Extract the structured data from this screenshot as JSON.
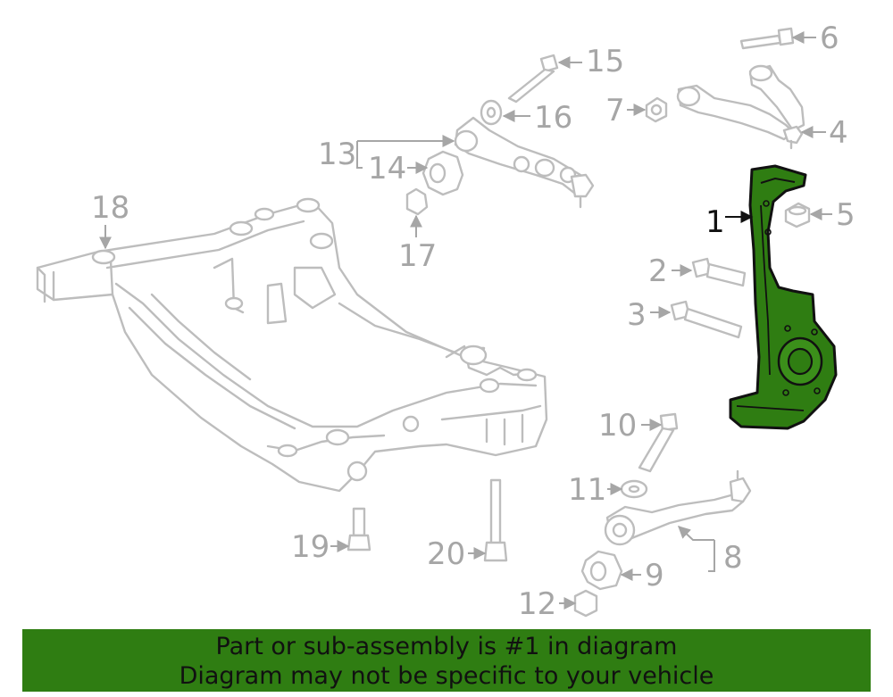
{
  "callouts": [
    {
      "id": "1",
      "label": "1"
    },
    {
      "id": "2",
      "label": "2"
    },
    {
      "id": "3",
      "label": "3"
    },
    {
      "id": "4",
      "label": "4"
    },
    {
      "id": "5",
      "label": "5"
    },
    {
      "id": "6",
      "label": "6"
    },
    {
      "id": "7",
      "label": "7"
    },
    {
      "id": "8",
      "label": "8"
    },
    {
      "id": "9",
      "label": "9"
    },
    {
      "id": "10",
      "label": "10"
    },
    {
      "id": "11",
      "label": "11"
    },
    {
      "id": "12",
      "label": "12"
    },
    {
      "id": "13",
      "label": "13"
    },
    {
      "id": "14",
      "label": "14"
    },
    {
      "id": "15",
      "label": "15"
    },
    {
      "id": "16",
      "label": "16"
    },
    {
      "id": "17",
      "label": "17"
    },
    {
      "id": "18",
      "label": "18"
    },
    {
      "id": "19",
      "label": "19"
    },
    {
      "id": "20",
      "label": "20"
    }
  ],
  "highlight": {
    "part": "1",
    "color": "#2f7d12"
  },
  "banner": {
    "line1": "Part or sub-assembly is #1 in diagram",
    "line2": "Diagram may not be specific to your vehicle",
    "background": "#2f7d12"
  }
}
